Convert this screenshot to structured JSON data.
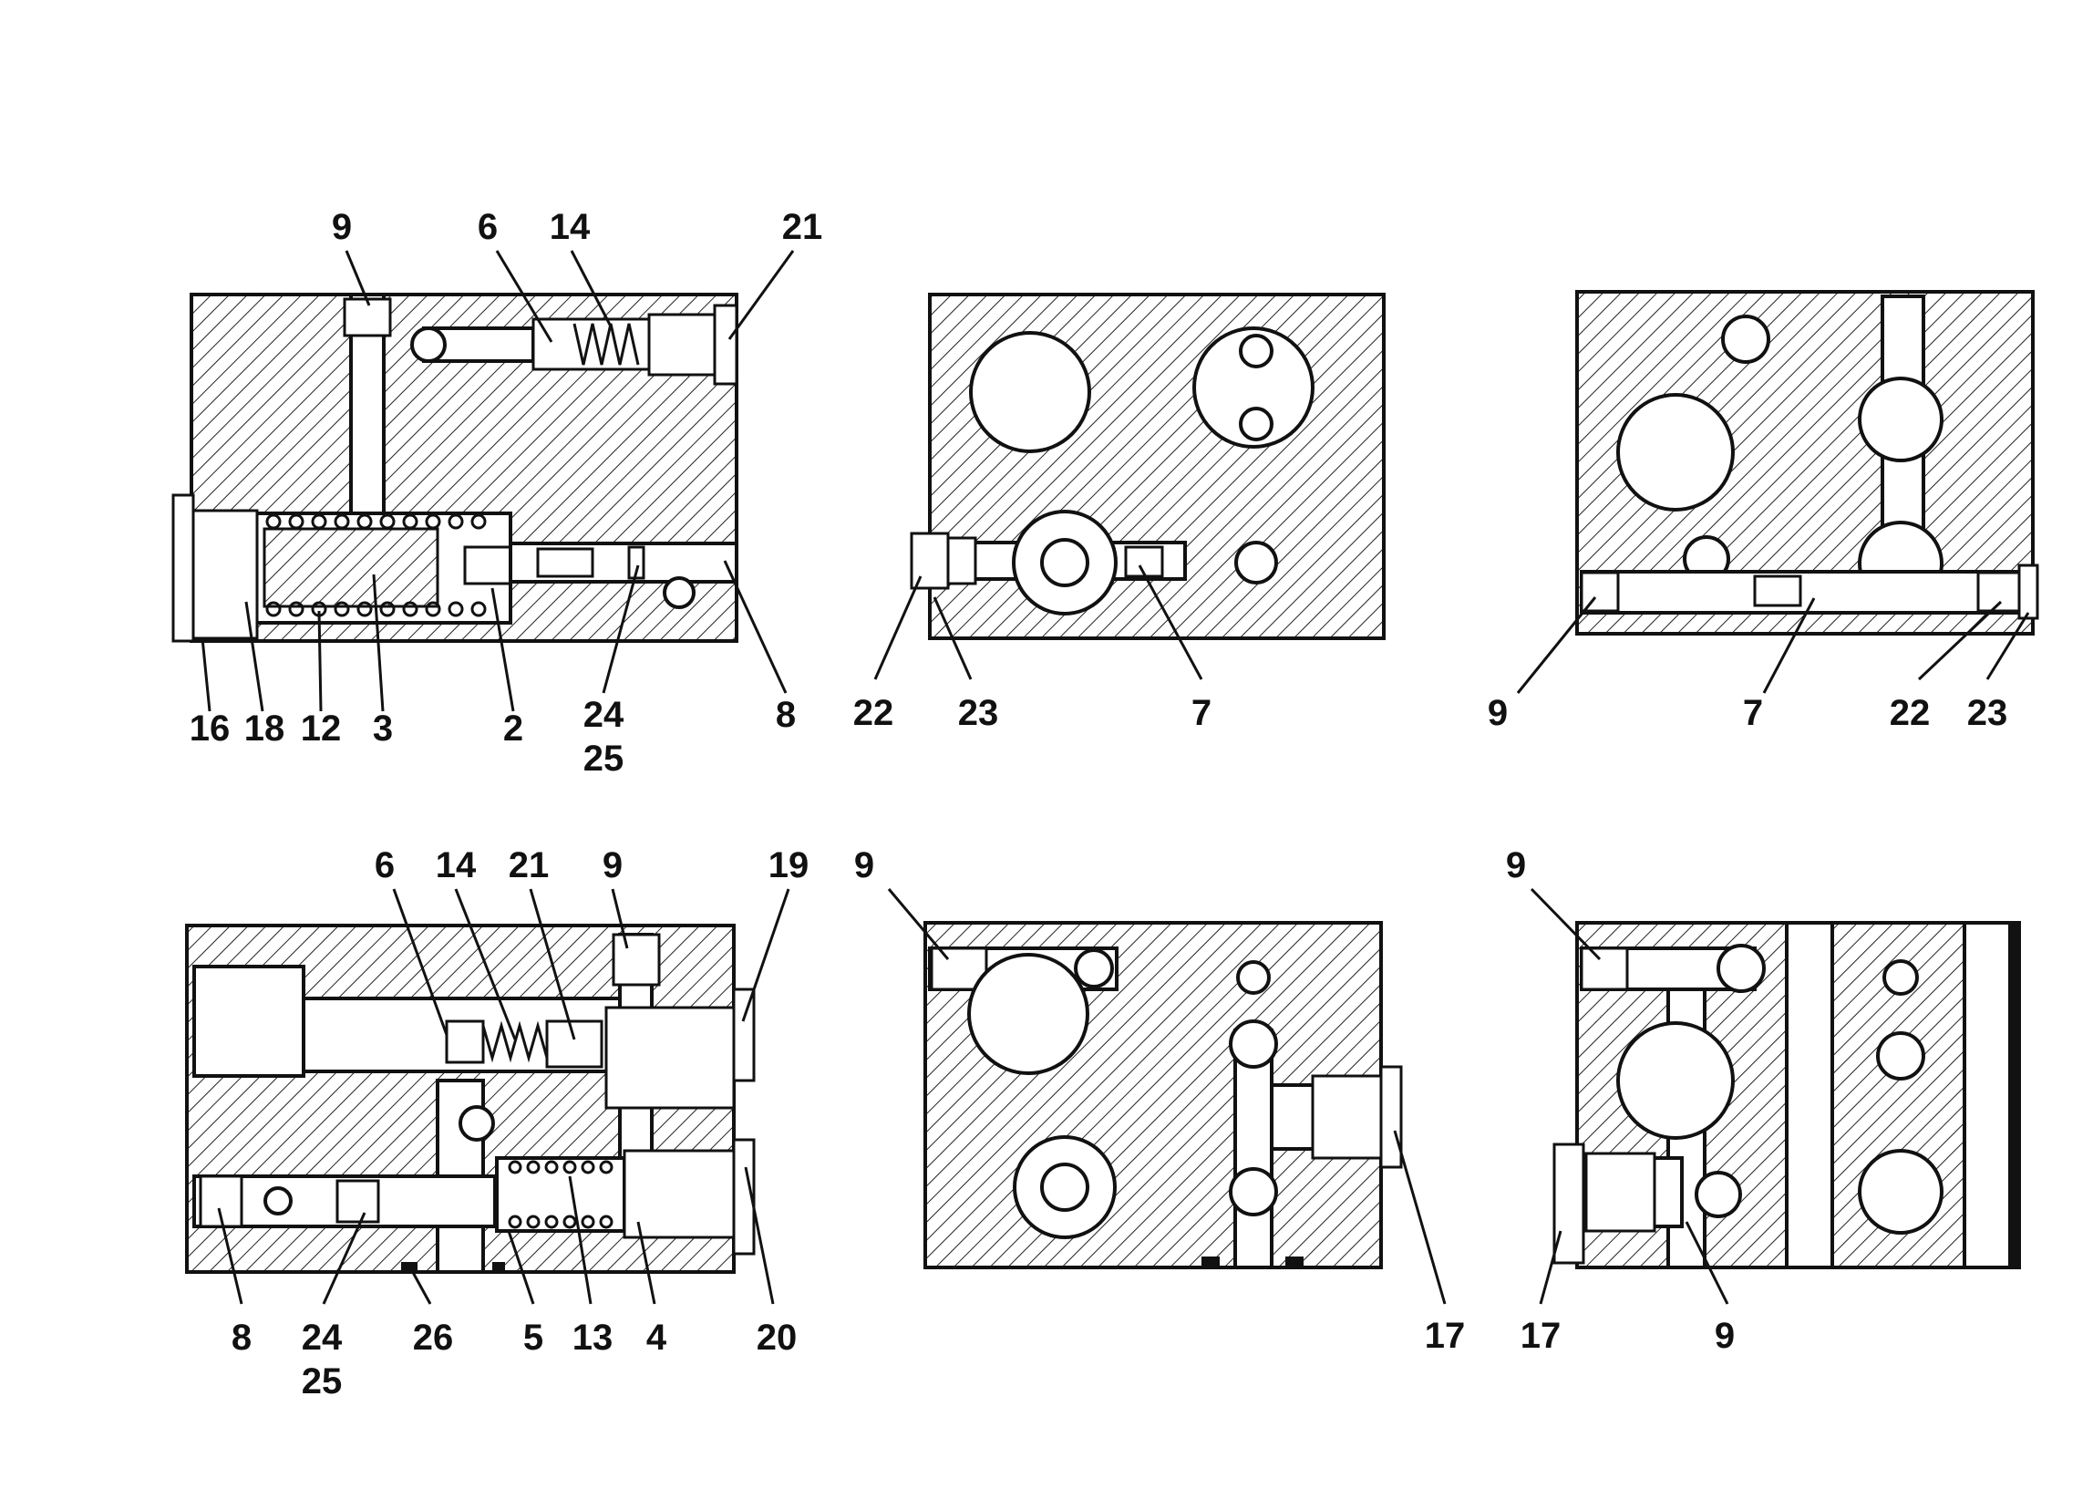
{
  "views": [
    {
      "key": "top_left",
      "labels": [
        "9",
        "6",
        "14",
        "21",
        "16",
        "18",
        "12",
        "3",
        "2",
        "24",
        "25",
        "8"
      ]
    },
    {
      "key": "top_middle",
      "labels": [
        "22",
        "23",
        "7"
      ]
    },
    {
      "key": "top_right",
      "labels": [
        "9",
        "7",
        "22",
        "23"
      ]
    },
    {
      "key": "bottom_left",
      "labels": [
        "6",
        "14",
        "21",
        "9",
        "19",
        "8",
        "24",
        "25",
        "26",
        "5",
        "13",
        "4",
        "20"
      ]
    },
    {
      "key": "bottom_middle",
      "labels": [
        "9",
        "17"
      ]
    },
    {
      "key": "bottom_right",
      "labels": [
        "9",
        "17",
        "9"
      ]
    }
  ]
}
